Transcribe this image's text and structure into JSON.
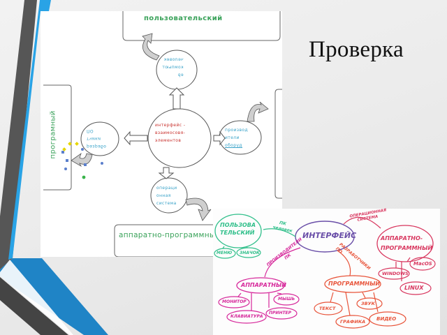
{
  "slide": {
    "title": "Проверка",
    "colors": {
      "accent_blue": "#1b8fd2",
      "stripe_dark": "#4a4a4a",
      "background": "#ececec"
    }
  },
  "diagram": {
    "boxes": {
      "top": "пользовательский",
      "left": "програмный",
      "bottom": "аппаратно-программны"
    },
    "center_ellipse": [
      "интерфейс -",
      "взаимосовя-",
      "элементов"
    ],
    "top_ellipse": [
      "человек",
      "компьют",
      "ер"
    ],
    "right_ellipse": [
      "производ",
      "ители",
      "оборуд"
    ],
    "left_ellipse": [
      "разрабо",
      "тчики",
      "ПО"
    ],
    "bottom_ellipse": [
      "операци",
      "онная",
      "система"
    ]
  },
  "photo_mindmap": {
    "center": "ИНТЕРФЕЙС",
    "branches": [
      {
        "node": "ПОЛЬЗОВАТЕЛЬСКИЙ",
        "node_lines": [
          "ПОЛЬЗОВА",
          "ТЕЛЬСКИЙ"
        ],
        "link_label": [
          "ПК",
          "человек"
        ],
        "children": [
          "МЕНЮ",
          "ЗНАЧОК"
        ],
        "color": "#2fbf8a"
      },
      {
        "node": "АППАРАТНО-ПРОГРАММНЫЙ",
        "node_lines": [
          "АППАРАТНО-",
          "ПРОГРАММНЫЙ"
        ],
        "link_label": [
          "ОПЕРАЦИОННАЯ",
          "СИСТЕМА"
        ],
        "children": [
          "WINDOWS",
          "MacOS",
          "LINUX"
        ],
        "color": "#d8365e"
      },
      {
        "node": "АППАРАТНЫЙ",
        "node_lines": [
          "АППАРАТНЫЙ"
        ],
        "link_label": [
          "ПРОИЗВОДИТЕЛИ",
          "ПК"
        ],
        "children": [
          "МОНИТОР",
          "МЫШЬ",
          "КЛАВИАТУРА",
          "ПРИНТЕР"
        ],
        "color": "#d6279a"
      },
      {
        "node": "ПРОГРАММНЫЙ",
        "node_lines": [
          "ПРОГРАММНЫЙ"
        ],
        "link_label": [
          "РАЗРАБОТЧИКИ",
          "ПО"
        ],
        "children": [
          "ТЕКСТ",
          "ГРАФИКА",
          "ЗВУК",
          "ВИДЕО"
        ],
        "color": "#e8543a"
      }
    ],
    "center_color": "#6a4fa8"
  }
}
